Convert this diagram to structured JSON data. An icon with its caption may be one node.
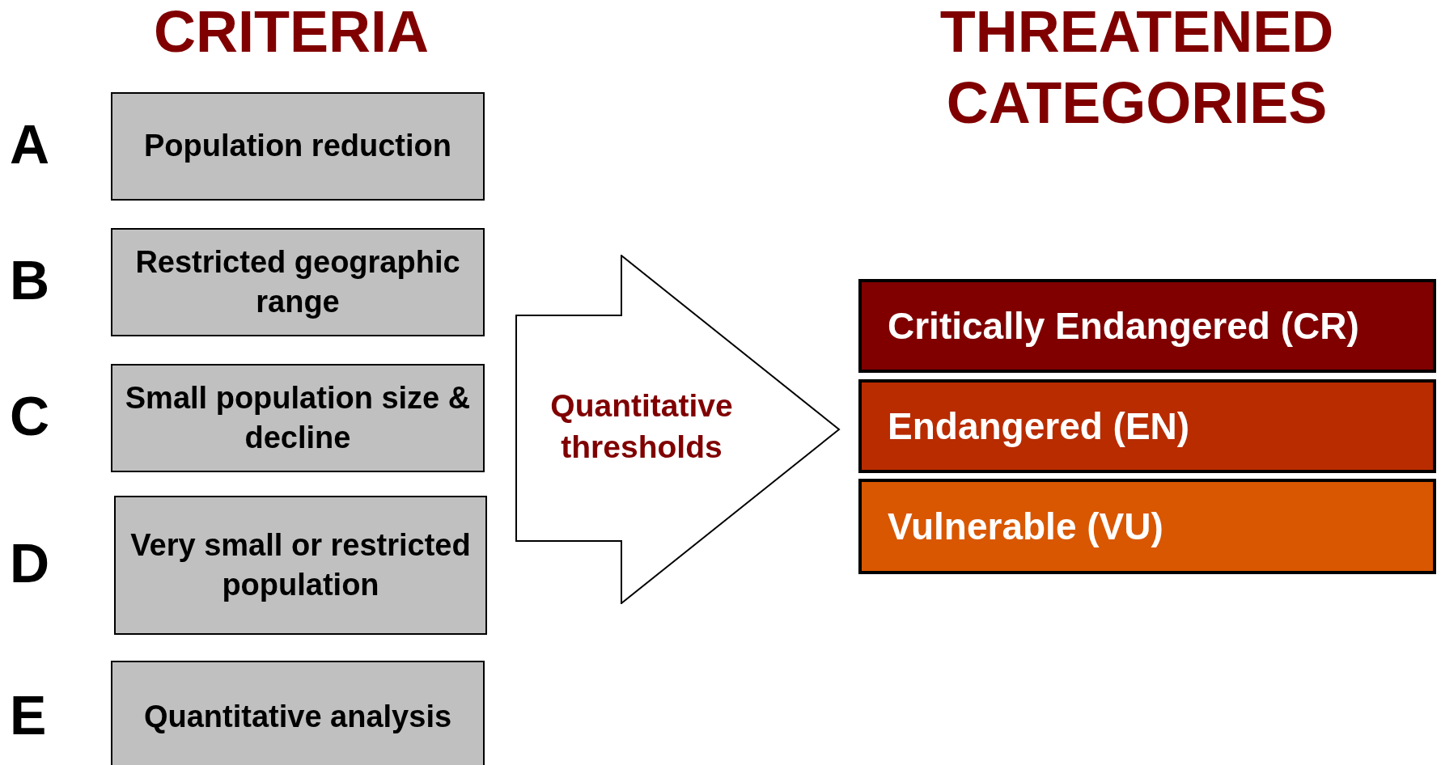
{
  "diagram": {
    "nodes": [
      {
        "text": [
          "Population reduction"
        ],
        "beside": [
          "A"
        ]
      },
      {
        "text": [
          "Restricted geographic range"
        ],
        "beside": [
          "B"
        ]
      },
      {
        "text": [
          "Small population size & decline"
        ],
        "beside": [
          "C"
        ]
      },
      {
        "text": [
          "Very small or restricted population"
        ],
        "beside": [
          "D"
        ]
      },
      {
        "text": [
          "Quantitative analysis"
        ],
        "beside": [
          "E"
        ]
      },
      {
        "text": [
          "Quantitative thresholds"
        ]
      },
      {
        "text": [
          "Critically Endangered (CR)"
        ]
      },
      {
        "text": [
          "Endangered (EN)"
        ]
      },
      {
        "text": [
          "Vulnerable (VU)"
        ]
      }
    ],
    "labels": [
      "CRITERIA",
      "THREATENED CATEGORIES"
    ]
  }
}
